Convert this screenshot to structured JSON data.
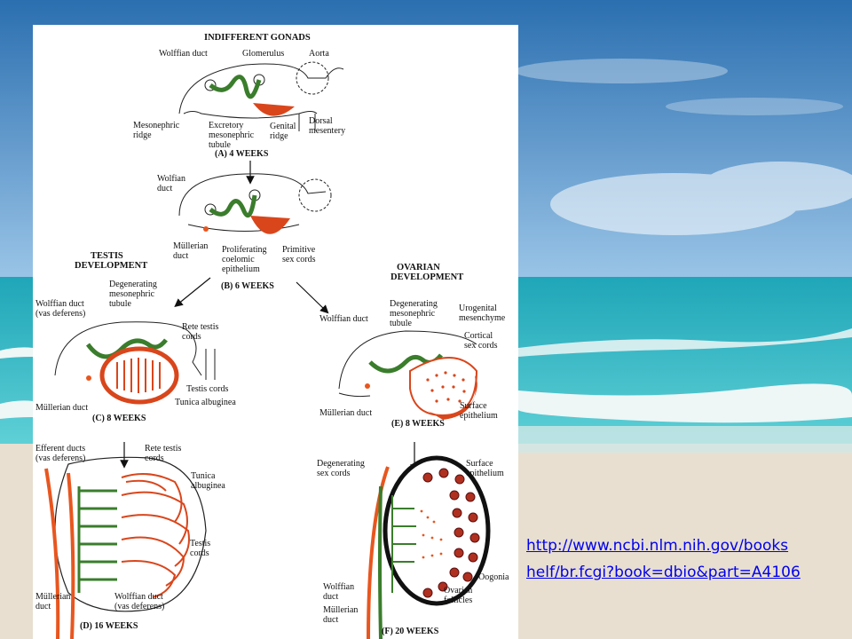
{
  "background": {
    "sky_top": "#2b6fb0",
    "sky_bottom": "#9cc6e8",
    "sea_deep": "#1fa6b8",
    "sea_light": "#5fd0d6",
    "foam": "#eef6f6",
    "sand": "#e8dfd0"
  },
  "link": {
    "line1": "http://www.ncbi.nlm.nih.gov/books",
    "line2": "helf/br.fcgi?book=dbio&part=A4106",
    "color": "#0000ee"
  },
  "diagram": {
    "colors": {
      "wolffian": "#3a7d2c",
      "mullerian": "#e8561f",
      "gonad": "#d9461c"
    },
    "title": "INDIFFERENT GONADS",
    "branch_left": [
      "TESTIS",
      "DEVELOPMENT"
    ],
    "branch_right": [
      "OVARIAN",
      "DEVELOPMENT"
    ],
    "stages": {
      "a": "(A)  4 WEEKS",
      "b": "(B)  6 WEEKS",
      "c": "(C)  8 WEEKS",
      "d": "(D)  16 WEEKS",
      "e": "(E)  8 WEEKS",
      "f": "(F)  20 WEEKS"
    },
    "labels": {
      "a_wolffian": "Wolffian duct",
      "a_glomerulus": "Glomerulus",
      "a_aorta": "Aorta",
      "a_mesonephric": [
        "Mesonephric",
        "ridge"
      ],
      "a_excretory": [
        "Excretory",
        "mesonephric",
        "tubule"
      ],
      "a_genital": [
        "Genital",
        "ridge"
      ],
      "a_dorsal": [
        "Dorsal",
        "mesentery"
      ],
      "b_wolfian": [
        "Wolfian",
        "duct"
      ],
      "b_mullerian": [
        "Müllerian",
        "duct"
      ],
      "b_proliferating": [
        "Proliferating",
        "coelomic",
        "epithelium"
      ],
      "b_primitive": [
        "Primitive",
        "sex cords"
      ],
      "c_wolffian": [
        "Wolffian duct",
        "(vas deferens)"
      ],
      "c_degenerating": [
        "Degenerating",
        "mesonephric",
        "tubule"
      ],
      "c_rete": [
        "Rete testis",
        "cords"
      ],
      "c_testis_cords": "Testis cords",
      "c_tunica": "Tunica albuginea",
      "c_mullerian": "Müllerian duct",
      "e_wolffian": "Wolffian duct",
      "e_degenerating": [
        "Degenerating",
        "mesonephric",
        "tubule"
      ],
      "e_urogenital": [
        "Urogenital",
        "mesenchyme"
      ],
      "e_cortical": [
        "Cortical",
        "sex cords"
      ],
      "e_mullerian": "Müllerian duct",
      "e_surface": [
        "Surface",
        "epithelium"
      ],
      "d_efferent": [
        "Efferent ducts",
        "(vas deferens)"
      ],
      "d_rete": [
        "Rete testis",
        "cords"
      ],
      "d_tunica": [
        "Tunica",
        "albuginea"
      ],
      "d_testis_cords": [
        "Testis",
        "cords"
      ],
      "d_mullerian": [
        "Müllerian",
        "duct"
      ],
      "d_wolffian": [
        "Wolffian duct",
        "(vas deferens)"
      ],
      "f_degenerating": [
        "Degenerating",
        "sex cords"
      ],
      "f_surface": [
        "Surface",
        "epithelium"
      ],
      "f_oogonia": "Oogonia",
      "f_wolffian": [
        "Wolffian",
        "duct"
      ],
      "f_mullerian": [
        "Müllerian",
        "duct"
      ],
      "f_ovarian": [
        "Ovarian",
        "follicles"
      ]
    }
  }
}
